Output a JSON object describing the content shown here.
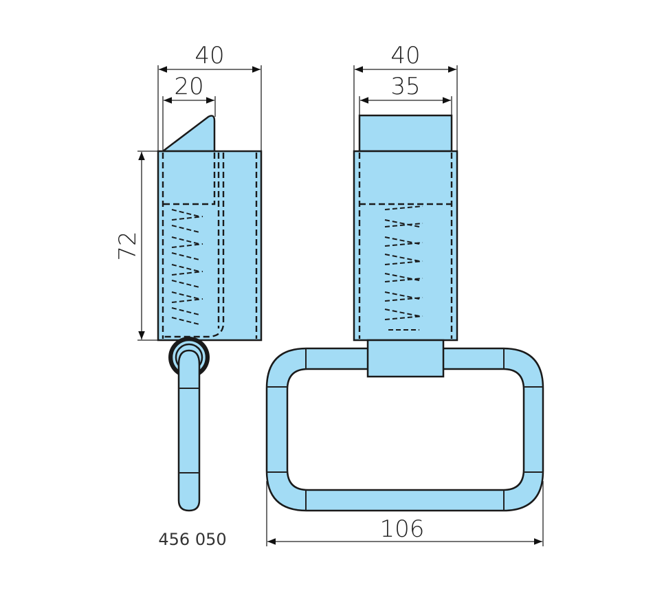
{
  "drawing": {
    "part_number": "456 050",
    "side_view": {
      "width_total": "40",
      "width_upper": "20",
      "height": "72"
    },
    "front_view": {
      "width_total": "40",
      "width_cap": "35",
      "ring_width": "106"
    },
    "colors": {
      "part_fill": "#a3dcf5",
      "line": "#1a1a1a"
    }
  }
}
